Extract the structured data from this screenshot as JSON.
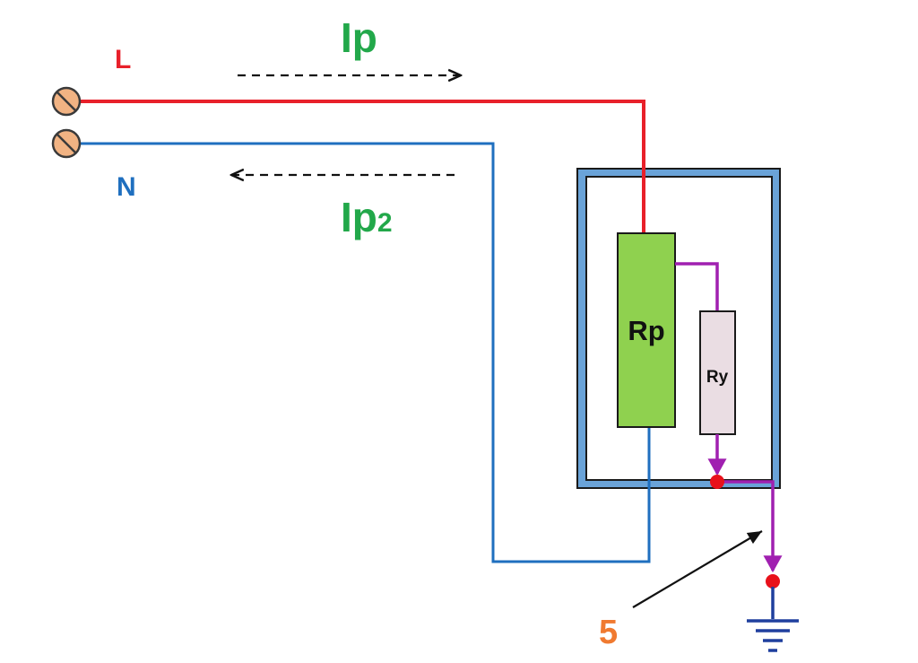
{
  "labels": {
    "live": "L",
    "neutral": "N",
    "current_top": "Ip",
    "current_bottom_main": "Ip",
    "current_bottom_sub": "2",
    "resistor_main": "Rp",
    "resistor_small": "Ry",
    "pointer_number": "5"
  },
  "colors": {
    "live_wire": "#e8202a",
    "neutral_wire": "#1f6fbf",
    "leak_wire": "#a020b0",
    "label_live": "#e8202a",
    "label_neutral": "#1f6fbf",
    "label_current": "#22a84a",
    "label_number": "#f07a30",
    "resistor_main_fill": "#8fd14f",
    "resistor_small_fill": "#eadde3",
    "enclosure_outer": "#6aa3d8",
    "terminal_fill": "#f1b383",
    "junction_dot": "#e8111b",
    "ground": "#1f3f9e"
  }
}
